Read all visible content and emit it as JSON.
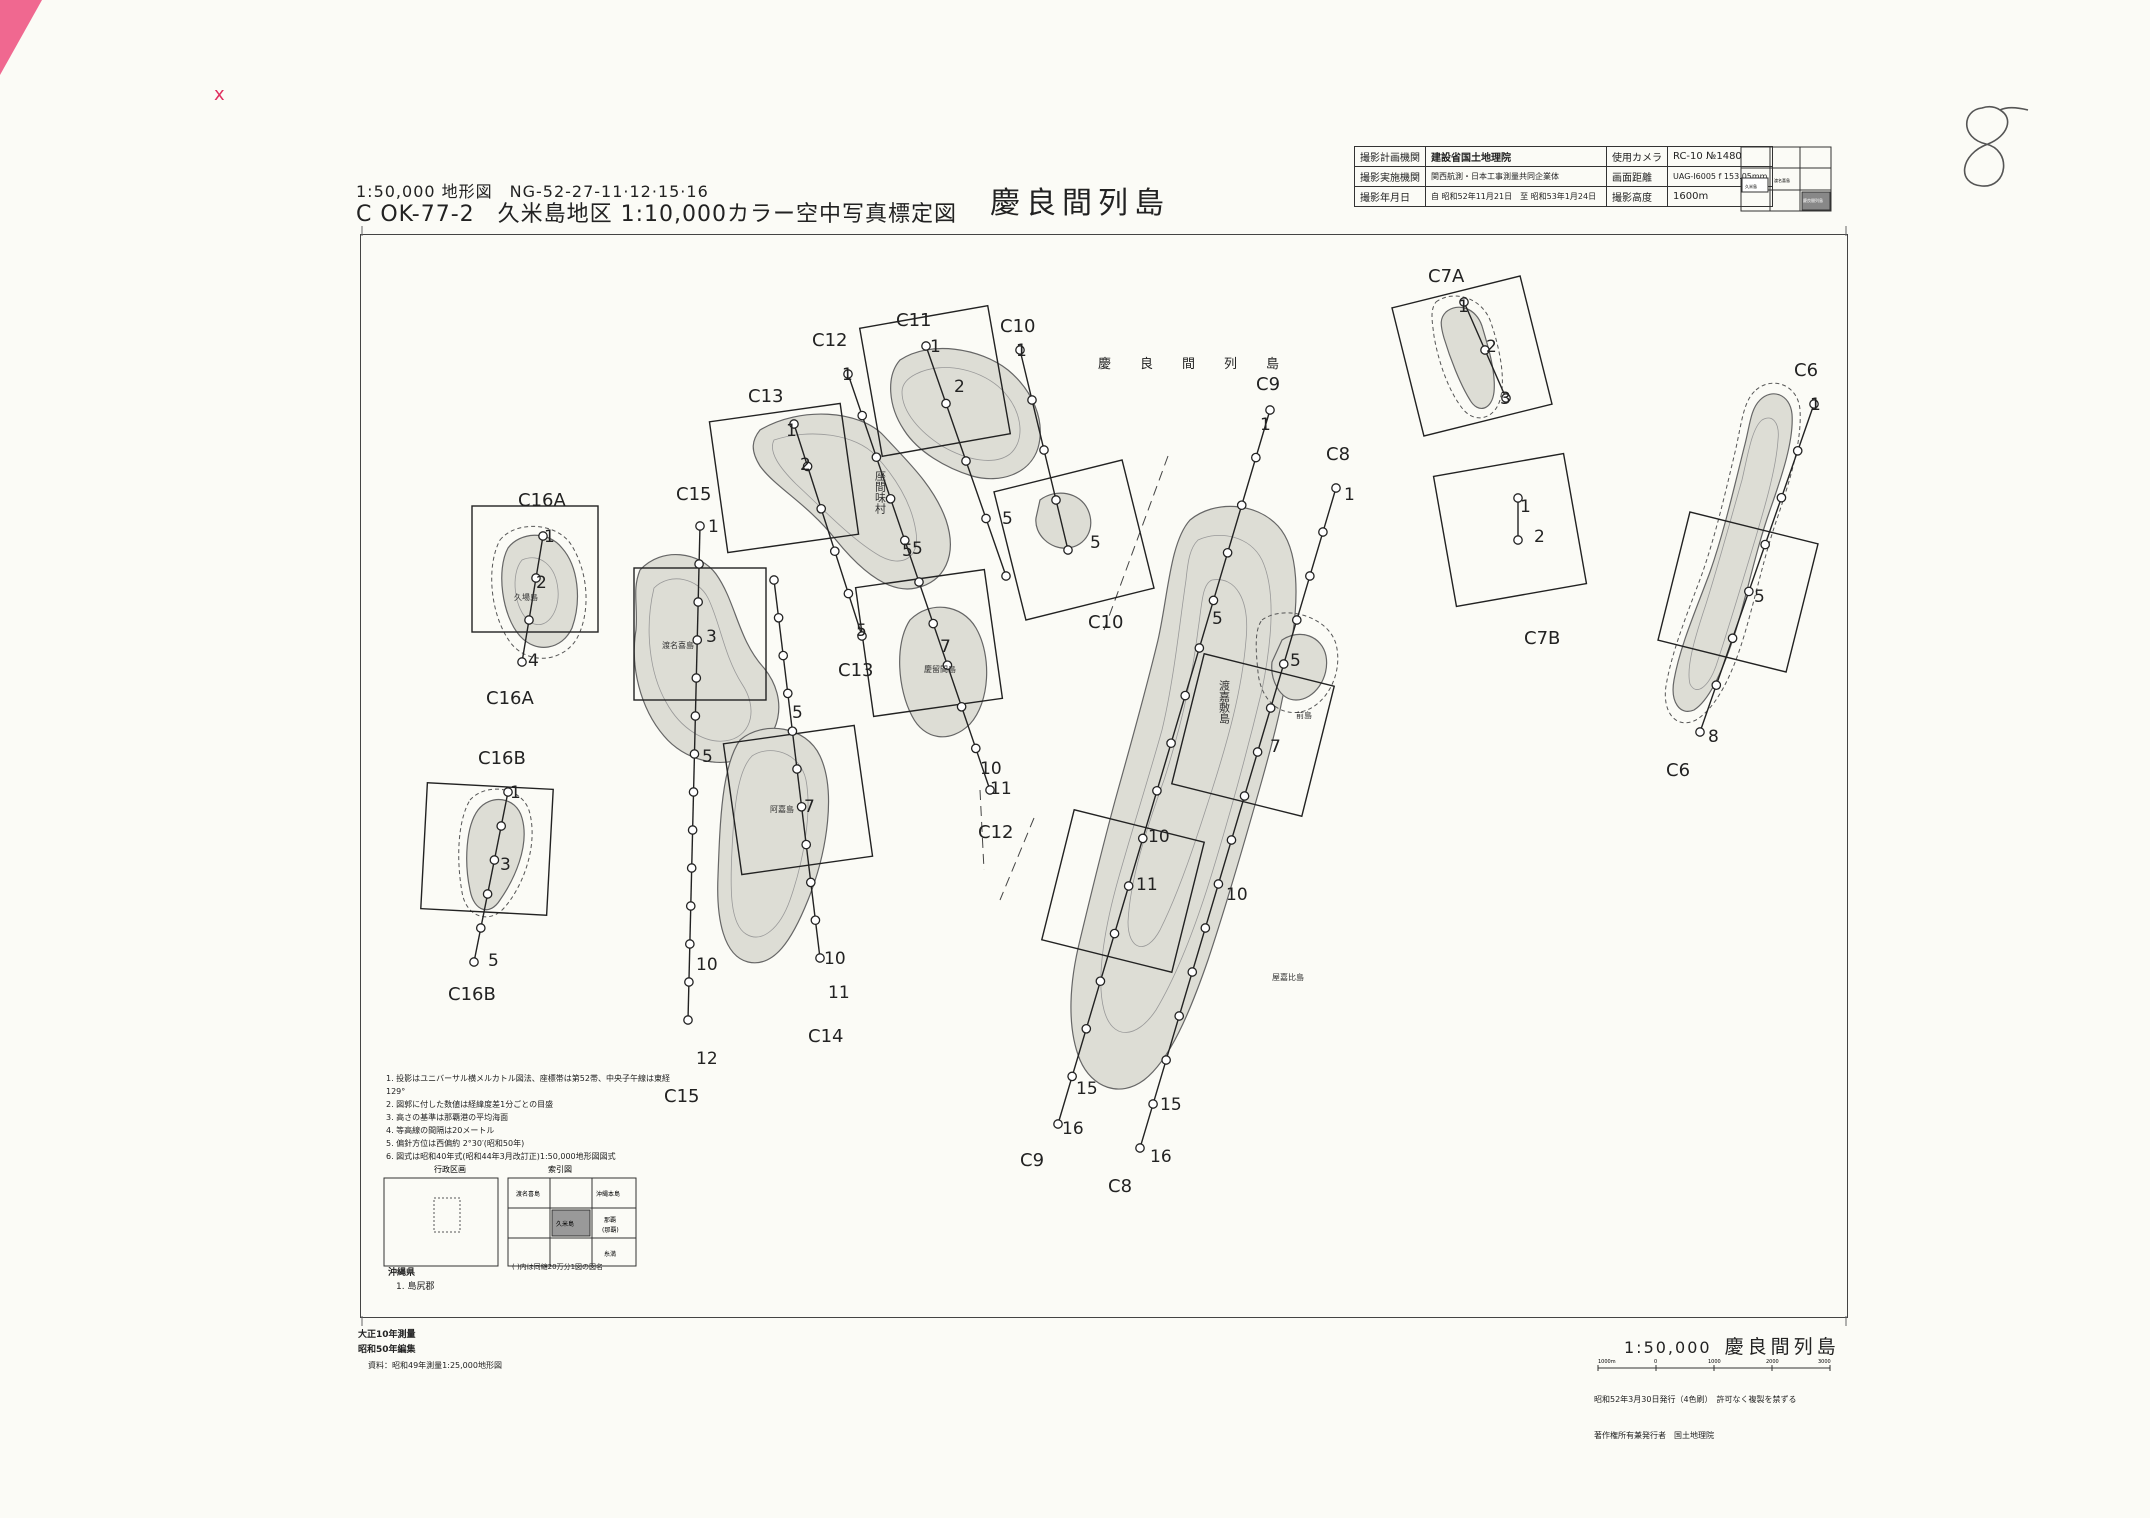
{
  "header": {
    "series_line": "1:50,000 地形図　NG-52-27-11·12·15·16",
    "main_line": "C OK-77-2　久米島地区 1:10,000カラー空中写真標定図",
    "title": "慶良間列島"
  },
  "stamp_mark": "x",
  "meta_table": [
    [
      "撮影計画機関",
      "建設省国土地理院",
      "使用カメラ",
      "RC-10 №1480"
    ],
    [
      "撮影実施機関",
      "関西航測・日本工事測量共同企業体",
      "画面距離",
      "UAG-Ⅰ6005 f 153.05mm"
    ],
    [
      "撮影年月日",
      "自 昭和52年11月21日　至 昭和53年1月24日",
      "撮影高度",
      "1600m"
    ]
  ],
  "index_box_labels": [
    "久米島",
    "渡名喜島",
    "慶良間列島"
  ],
  "map": {
    "region_label": "慶　良　間　列　島",
    "strip_labels": [
      {
        "id": "c16a_top",
        "text": "C16A"
      },
      {
        "id": "c16a_bot",
        "text": "C16A"
      },
      {
        "id": "c16b_top",
        "text": "C16B"
      },
      {
        "id": "c16b_bot",
        "text": "C16B"
      },
      {
        "id": "c15_top",
        "text": "C15"
      },
      {
        "id": "c15_bot",
        "text": "C15"
      },
      {
        "id": "c13_top",
        "text": "C13"
      },
      {
        "id": "c13_mid",
        "text": "C13"
      },
      {
        "id": "c12_top",
        "text": "C12"
      },
      {
        "id": "c12_bot",
        "text": "C12"
      },
      {
        "id": "c11_top",
        "text": "C11"
      },
      {
        "id": "c10_top",
        "text": "C10"
      },
      {
        "id": "c10_bot",
        "text": "C10"
      },
      {
        "id": "c14_bot",
        "text": "C14"
      },
      {
        "id": "c9_top",
        "text": "C9"
      },
      {
        "id": "c9_bot",
        "text": "C9"
      },
      {
        "id": "c8_top",
        "text": "C8"
      },
      {
        "id": "c8_bot",
        "text": "C8"
      },
      {
        "id": "c7a_top",
        "text": "C7A"
      },
      {
        "id": "c7b_bot",
        "text": "C7B"
      },
      {
        "id": "c6_top",
        "text": "C6"
      },
      {
        "id": "c6_bot",
        "text": "C6"
      }
    ],
    "photo_numbers": {
      "c16a": [
        "1",
        "2",
        "4"
      ],
      "c16b": [
        "1",
        "3",
        "5"
      ],
      "c15": [
        "1",
        "3",
        "5",
        "10",
        "12"
      ],
      "c14": [
        "5",
        "7",
        "10",
        "11"
      ],
      "c13": [
        "1",
        "2",
        "5",
        "5"
      ],
      "c12": [
        "1",
        "5",
        "7",
        "10",
        "11"
      ],
      "c11": [
        "1",
        "2",
        "5"
      ],
      "c10": [
        "1",
        "5"
      ],
      "c9": [
        "1",
        "5",
        "10",
        "15",
        "16"
      ],
      "c8": [
        "1",
        "5",
        "7",
        "11",
        "10",
        "15",
        "16"
      ],
      "c7a": [
        "1",
        "2",
        "3"
      ],
      "c7b": [
        "1",
        "2"
      ],
      "c6": [
        "1",
        "5",
        "8"
      ]
    },
    "island_names": [
      "久場島",
      "渡名喜島",
      "座間味村",
      "阿嘉島",
      "慶留間島",
      "渡嘉敷島",
      "前島",
      "屋嘉比島"
    ]
  },
  "notes": [
    "1. 投影はユニバーサル横メルカトル図法、座標帯は第52帯、中央子午線は東経129°",
    "2. 図郭に付した数値は経緯度差1分ごとの目盛",
    "3. 高さの基準は那覇港の平均海面",
    "4. 等高線の間隔は20メートル",
    "5. 偏針方位は西偏約 2°30′(昭和50年)",
    "6. 図式は昭和40年式(昭和44年3月改訂正)1:50,000地形図図式"
  ],
  "inset_admin": {
    "title": "行政区画",
    "caption_pref": "沖縄県",
    "caption_district": "1. 島尻郡"
  },
  "inset_index": {
    "title": "索引図",
    "cells": [
      "渡名喜島",
      "沖縄本島",
      "久米島",
      "那覇",
      "(那覇)",
      "糸満"
    ],
    "note": "( )内は同縮20万分1図の図名"
  },
  "survey": [
    "大正10年測量",
    "昭和50年編集",
    "資料：昭和49年測量1:25,000地形図"
  ],
  "scale": {
    "ratio": "1:50,000",
    "name": "慶良間列島"
  },
  "scalebar_labels": [
    "1000m",
    "0",
    "1000",
    "2000",
    "3000"
  ],
  "publication": [
    "昭和52年3月30日発行（4色刷）　許可なく複製を禁ずる",
    "著作権所有兼発行者　国土地理院"
  ]
}
